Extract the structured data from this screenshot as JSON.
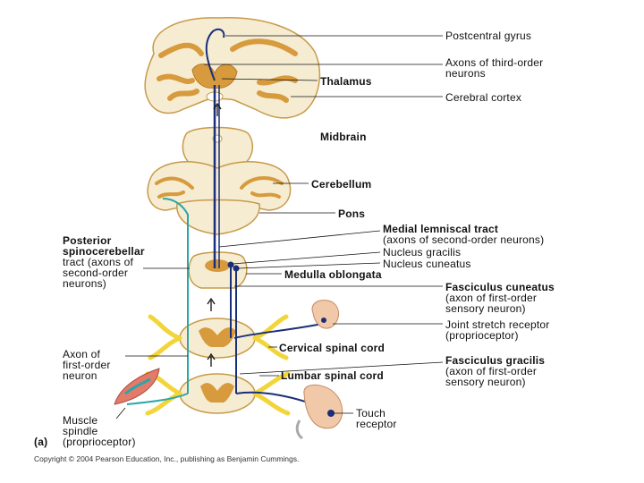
{
  "labels": {
    "postcentral_gyrus": "Postcentral gyrus",
    "axons_third_1": "Axons of third-order",
    "axons_third_2": "neurons",
    "thalamus": "Thalamus",
    "cerebral_cortex": "Cerebral cortex",
    "midbrain": "Midbrain",
    "cerebellum": "Cerebellum",
    "pons": "Pons",
    "medial_lemniscal_1": "Medial lemniscal tract",
    "medial_lemniscal_2": "(axons of second-order neurons)",
    "nucleus_gracilis": "Nucleus gracilis",
    "nucleus_cuneatus": "Nucleus cuneatus",
    "medulla": "Medulla oblongata",
    "posterior_1": "Posterior",
    "posterior_2": "spinocerebellar",
    "posterior_3": "tract (axons of",
    "posterior_4": "second-order",
    "posterior_5": "neurons)",
    "fasc_cuneatus_1": "Fasciculus cuneatus",
    "fasc_cuneatus_2": "(axon of first-order",
    "fasc_cuneatus_3": "sensory neuron)",
    "joint_1": "Joint stretch receptor",
    "joint_2": "(proprioceptor)",
    "cervical": "Cervical spinal cord",
    "axon_first_1": "Axon of",
    "axon_first_2": "first-order",
    "axon_first_3": "neuron",
    "fasc_gracilis_1": "Fasciculus gracilis",
    "fasc_gracilis_2": "(axon of first-order",
    "fasc_gracilis_3": "sensory neuron)",
    "lumbar": "Lumbar spinal cord",
    "touch_1": "Touch",
    "touch_2": "receptor",
    "muscle_1": "Muscle",
    "muscle_2": "spindle",
    "muscle_3": "(proprioceptor)",
    "panel": "(a)"
  },
  "copyright": "Copyright © 2004 Pearson Education, Inc., publishing as Benjamin Cummings.",
  "colors": {
    "tissue": "#f6ecd2",
    "gray_matter": "#d79a3c",
    "dark_blue": "#1a2f7a",
    "teal": "#2aa6a8",
    "yellow": "#f2d53a",
    "skin": "#f1c9a8",
    "muscle": "#e37a6a"
  }
}
